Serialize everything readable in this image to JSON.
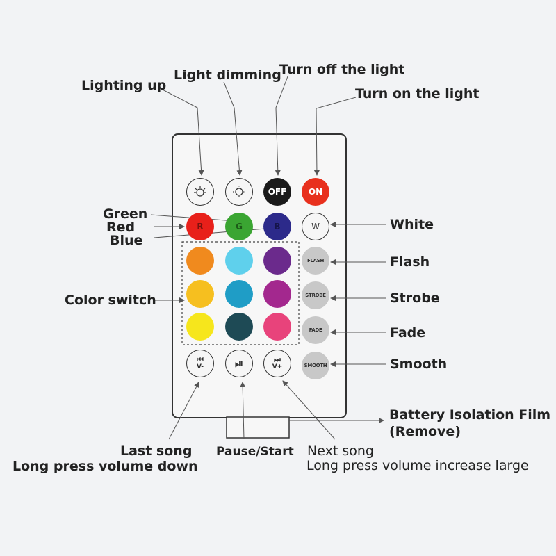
{
  "labels": {
    "lighting_up": "Lighting up",
    "light_dimming": "Light dimming",
    "turn_off": "Turn off the light",
    "turn_on": "Turn on the light",
    "green": "Green",
    "red": "Red",
    "blue": "Blue",
    "white": "White",
    "flash": "Flash",
    "strobe": "Strobe",
    "fade": "Fade",
    "smooth": "Smooth",
    "color_switch": "Color switch",
    "battery_line1": "Battery Isolation Film",
    "battery_line2": "(Remove)",
    "last_song": "Last song",
    "last_song_desc": "Long press volume down",
    "pause_start": "Pause/Start",
    "next_song": "Next song",
    "next_song_desc": "Long press volume increase large"
  },
  "buttons": {
    "off": "OFF",
    "on": "ON",
    "r": "R",
    "g": "G",
    "b": "B",
    "w": "W",
    "flash": "FLASH",
    "strobe": "STROBE",
    "fade": "FADE",
    "smooth": "SMOOTH",
    "prev_glyph": "⏮",
    "prev_sub": "V-",
    "play_glyph": "⏯",
    "next_glyph": "⏭",
    "next_sub": "V+"
  },
  "colors": {
    "off_bg": "#1a1a1a",
    "on_bg": "#e8301d",
    "red": "#e8201a",
    "green": "#3aa532",
    "blue": "#2c2a8a",
    "swatches": [
      "#f08a1e",
      "#5fd0ec",
      "#6b2a8c",
      "#f6bf1f",
      "#1f9dc6",
      "#a3288e",
      "#f6e61c",
      "#1e4a55",
      "#e8437b"
    ]
  }
}
